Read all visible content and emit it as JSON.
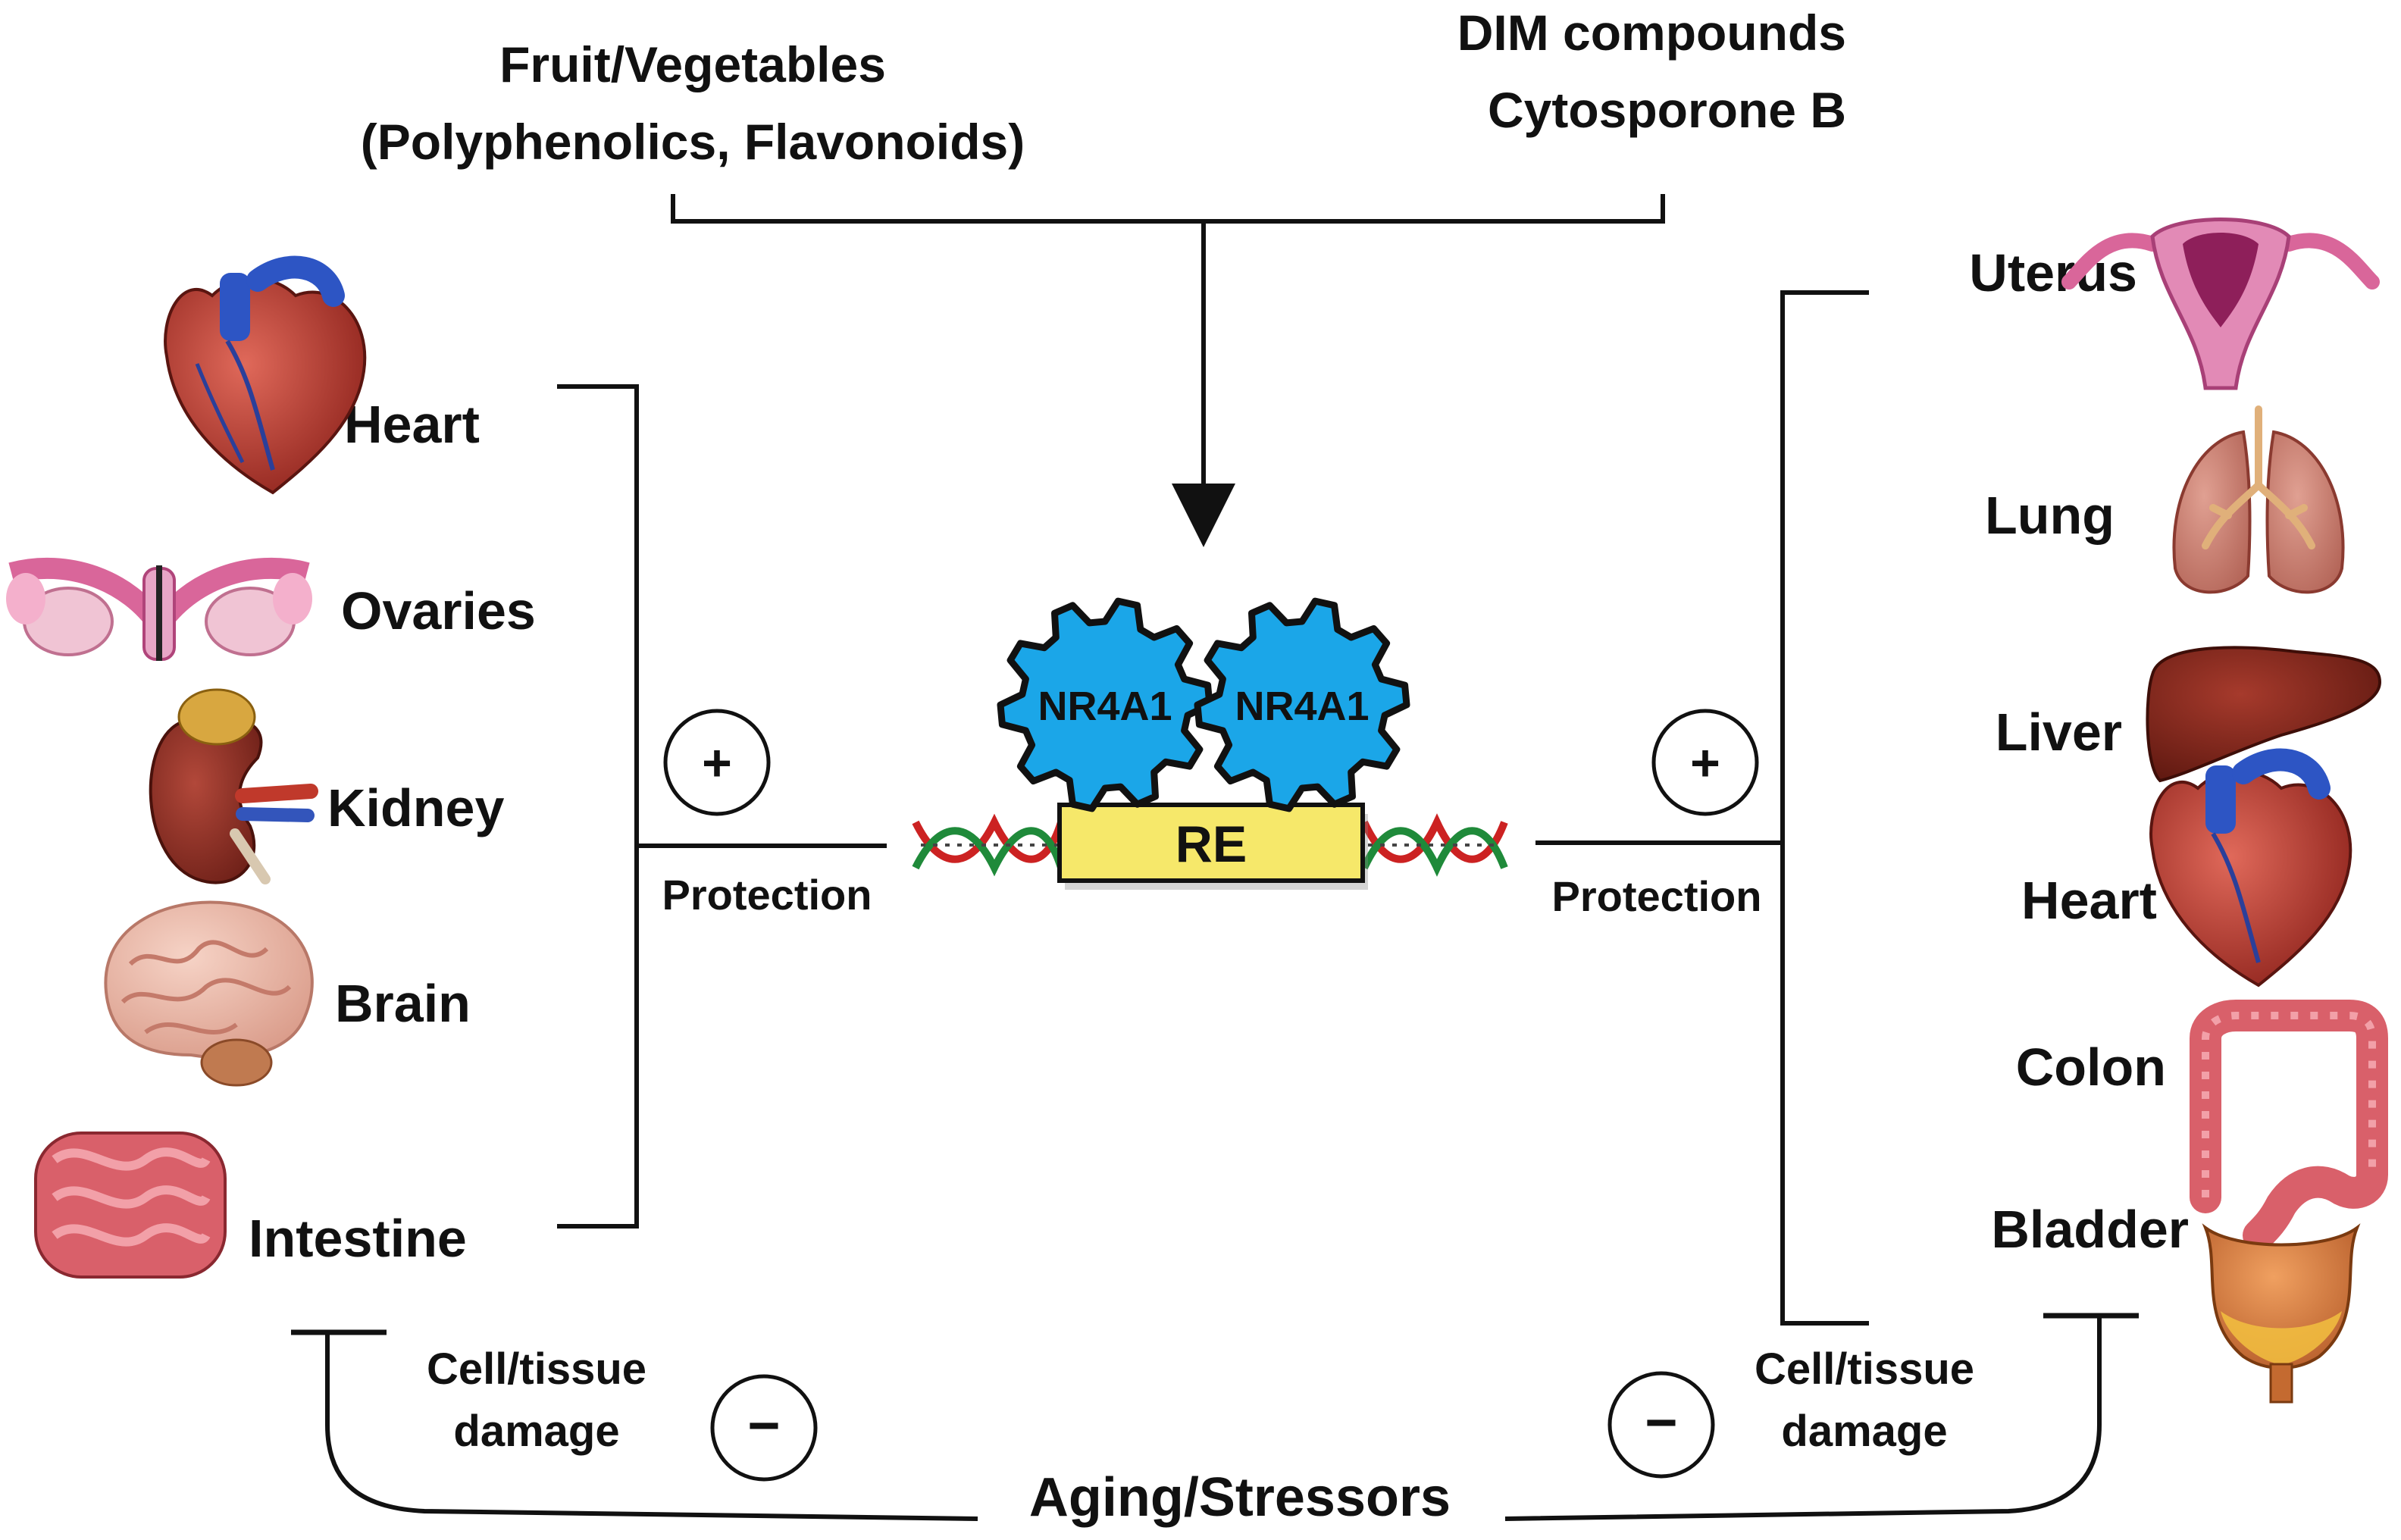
{
  "inputs": {
    "left_line1": "Fruit/Vegetables",
    "left_line2": "(Polyphenolics, Flavonoids)",
    "right_line1": "DIM compounds",
    "right_line2": "Cytosporone B"
  },
  "center": {
    "gear_left": "NR4A1",
    "gear_right": "NR4A1",
    "response_element": "RE"
  },
  "left_organs": [
    "Heart",
    "Ovaries",
    "Kidney",
    "Brain",
    "Intestine"
  ],
  "right_organs": [
    "Uterus",
    "Lung",
    "Liver",
    "Heart",
    "Colon",
    "Bladder"
  ],
  "protection": {
    "left_label": "Protection",
    "right_label": "Protection",
    "plus_symbol": "+"
  },
  "damage": {
    "left_line1": "Cell/tissue",
    "left_line2": "damage",
    "right_line1": "Cell/tissue",
    "right_line2": "damage",
    "minus_symbol": "−"
  },
  "stressors": "Aging/Stressors",
  "colors": {
    "gear": "#1ba6e8",
    "re_box": "#f6e86a",
    "dna_red": "#cc2222",
    "dna_green": "#1f8a3a",
    "organ_red": "#b53a2e",
    "organ_pink": "#d9669a"
  }
}
